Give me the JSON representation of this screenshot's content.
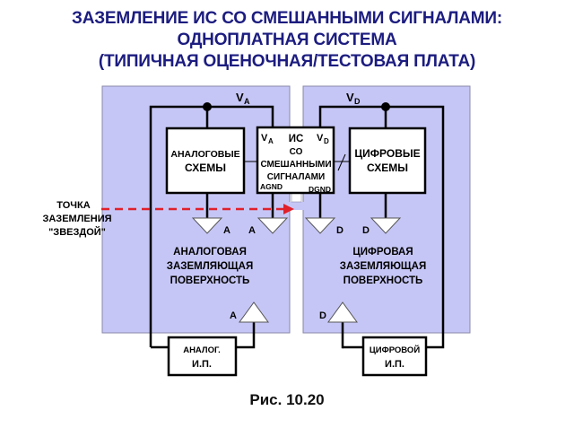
{
  "title": {
    "line1": "ЗАЗЕМЛЕНИЕ ИС СО СМЕШАННЫМИ СИГНАЛАМИ:",
    "line2": "ОДНОПЛАТНАЯ СИСТЕМА",
    "line3": "(ТИПИЧНАЯ ОЦЕНОЧНАЯ/ТЕСТОВАЯ ПЛАТА)"
  },
  "colors": {
    "title": "#1c1c80",
    "plane_fill": "#c6c6f6",
    "plane_border": "#8888aa",
    "wire": "#000000",
    "star_arrow": "#e0202a"
  },
  "analog_side": {
    "rail_label": "V",
    "rail_sub": "A",
    "circuit_box": {
      "line1": "АНАЛОГОВЫЕ",
      "line2": "СХЕМЫ"
    },
    "ground_labels": [
      "A",
      "A"
    ],
    "plane_label": {
      "line1": "АНАЛОГОВАЯ",
      "line2": "ЗАЗЕМЛЯЮЩАЯ",
      "line3": "ПОВЕРХНОСТЬ"
    },
    "supply_ground_label": "A",
    "supply_box": {
      "line1": "АНАЛОГ.",
      "line2": "И.П."
    }
  },
  "digital_side": {
    "rail_label": "V",
    "rail_sub": "D",
    "circuit_box": {
      "line1": "ЦИФРОВЫЕ",
      "line2": "СХЕМЫ"
    },
    "ground_labels": [
      "D",
      "D"
    ],
    "plane_label": {
      "line1": "ЦИФРОВАЯ",
      "line2": "ЗАЗЕМЛЯЮЩАЯ",
      "line3": "ПОВЕРХНОСТЬ"
    },
    "supply_ground_label": "D",
    "supply_box": {
      "line1": "ЦИФРОВОЙ",
      "line2": "И.П."
    }
  },
  "ic": {
    "va_label": "V",
    "va_sub": "A",
    "vd_label": "V",
    "vd_sub": "D",
    "line1": "ИС",
    "line2": "СО",
    "line3": "СМЕШАННЫМИ",
    "line4": "СИГНАЛАМИ",
    "agnd": "AGND",
    "dgnd": "DGND"
  },
  "star_point": {
    "line1": "ТОЧКА",
    "line2": "ЗАЗЕМЛЕНИЯ",
    "line3": "\"ЗВЕЗДОЙ\""
  },
  "caption": "Рис. 10.20"
}
